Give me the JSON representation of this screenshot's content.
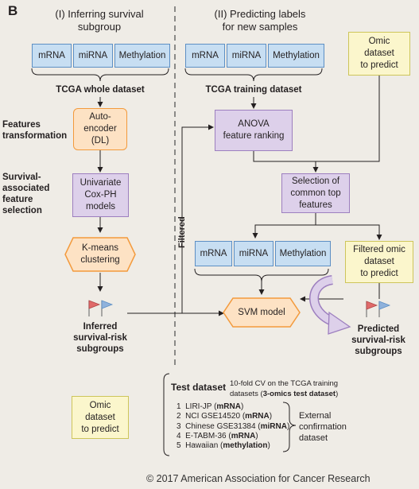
{
  "panel_letter": "B",
  "left": {
    "title_line1": "(I) Inferring survival",
    "title_line2": "subgroup",
    "omics": [
      "mRNA",
      "miRNA",
      "Methylation"
    ],
    "dataset_label": "TCGA whole dataset",
    "features_label_line1": "Features",
    "features_label_line2": "transformation",
    "autoencoder_line1": "Auto-",
    "autoencoder_line2": "encoder",
    "autoencoder_line3": "(DL)",
    "survival_label_line1": "Survival-",
    "survival_label_line2": "associated",
    "survival_label_line3": "feature",
    "survival_label_line4": "selection",
    "cox_line1": "Univariate",
    "cox_line2": "Cox-PH",
    "cox_line3": "models",
    "kmeans_line1": "K-means",
    "kmeans_line2": "clustering",
    "inferred_line1": "Inferred",
    "inferred_line2": "survival-risk",
    "inferred_line3": "subgroups"
  },
  "right": {
    "title_line1": "(II) Predicting labels",
    "title_line2": "for new samples",
    "omics": [
      "mRNA",
      "miRNA",
      "Methylation"
    ],
    "dataset_label": "TCGA training dataset",
    "omic_predict_line1": "Omic",
    "omic_predict_line2": "dataset",
    "omic_predict_line3": "to predict",
    "anova_line1": "ANOVA",
    "anova_line2": "feature ranking",
    "selection_line1": "Selection of",
    "selection_line2": "common top",
    "selection_line3": "features",
    "filtered_label": "Filtered",
    "filtered_omics": [
      "mRNA",
      "miRNA",
      "Methylation"
    ],
    "filtered_omic_line1": "Filtered omic",
    "filtered_omic_line2": "dataset",
    "filtered_omic_line3": "to predict",
    "svm": "SVM model",
    "predicted_line1": "Predicted",
    "predicted_line2": "survival-risk",
    "predicted_line3": "subgroups"
  },
  "bottom": {
    "omic_line1": "Omic",
    "omic_line2": "dataset",
    "omic_line3": "to predict",
    "test_dataset": "Test dataset",
    "cv_line1": "10-fold CV on the TCGA training",
    "cv_line2_prefix": "datasets (",
    "cv_line2_bold": "3-omics test dataset",
    "cv_line2_suffix": ")",
    "validation": [
      {
        "num": "1",
        "name": "LIRI-JP (",
        "omic": "mRNA",
        "close": ")"
      },
      {
        "num": "2",
        "name": "NCI GSE14520 (",
        "omic": "mRNA",
        "close": ")"
      },
      {
        "num": "3",
        "name": "Chinese GSE31384 (",
        "omic": "miRNA",
        "close": ")"
      },
      {
        "num": "4",
        "name": "E-TABM-36 (",
        "omic": "mRNA",
        "close": ")"
      },
      {
        "num": "5",
        "name": "Hawaiian (",
        "omic": "methylation",
        "close": ")"
      }
    ],
    "external_line1": "External",
    "external_line2": "confirmation",
    "external_line3": "dataset"
  },
  "copyright": "© 2017 American Association for Cancer Research",
  "colors": {
    "omics_fill": "#c7def2",
    "autoencoder_fill": "#fde2c4",
    "process_fill": "#ddd0ea",
    "dataset_fill": "#fbf6cc",
    "flag_red": "#e06a6a",
    "flag_blue": "#8fb2dc"
  }
}
